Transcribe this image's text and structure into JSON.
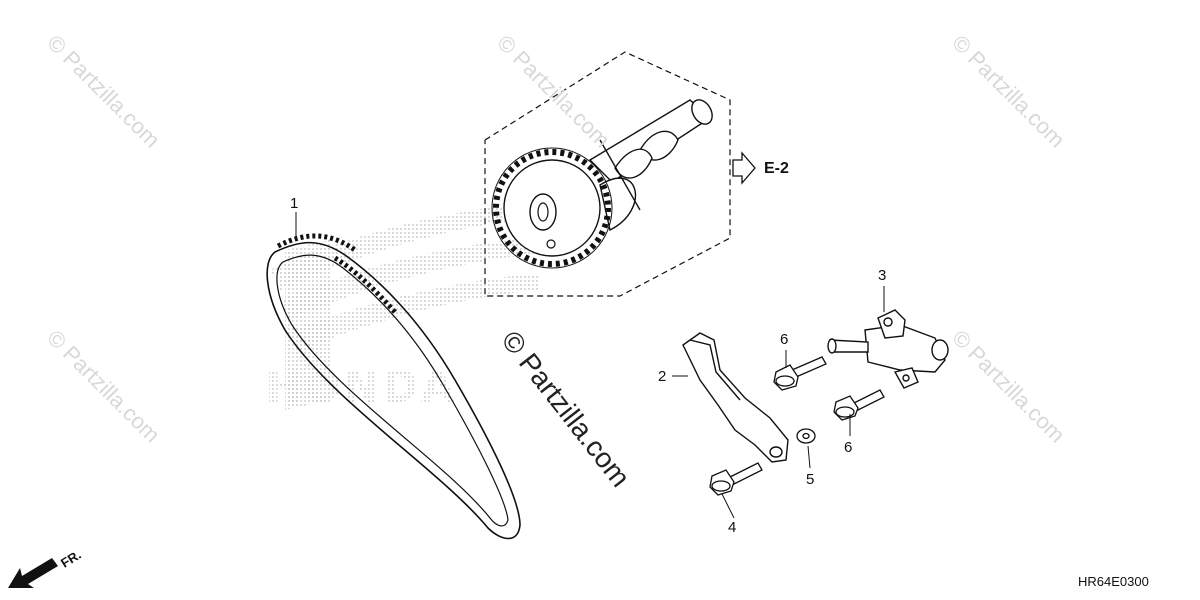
{
  "diagram": {
    "reference_label": "E-2",
    "figure_code": "HR64E0300",
    "front_marker": "FR.",
    "watermark_text": "© Partzilla.com",
    "center_watermark": "© Partzilla.com",
    "honda_logo_text": "HONDA"
  },
  "callouts": [
    {
      "id": "1",
      "label": "1"
    },
    {
      "id": "2",
      "label": "2"
    },
    {
      "id": "3",
      "label": "3"
    },
    {
      "id": "4",
      "label": "4"
    },
    {
      "id": "5",
      "label": "5"
    },
    {
      "id": "6a",
      "label": "6"
    },
    {
      "id": "6b",
      "label": "6"
    }
  ],
  "parts": [
    {
      "callout": "1",
      "name": "cam-chain"
    },
    {
      "callout": "2",
      "name": "chain-tensioner-arm"
    },
    {
      "callout": "3",
      "name": "chain-tensioner-lifter"
    },
    {
      "callout": "4",
      "name": "flange-bolt"
    },
    {
      "callout": "5",
      "name": "washer"
    },
    {
      "callout": "6",
      "name": "flange-bolt"
    }
  ]
}
